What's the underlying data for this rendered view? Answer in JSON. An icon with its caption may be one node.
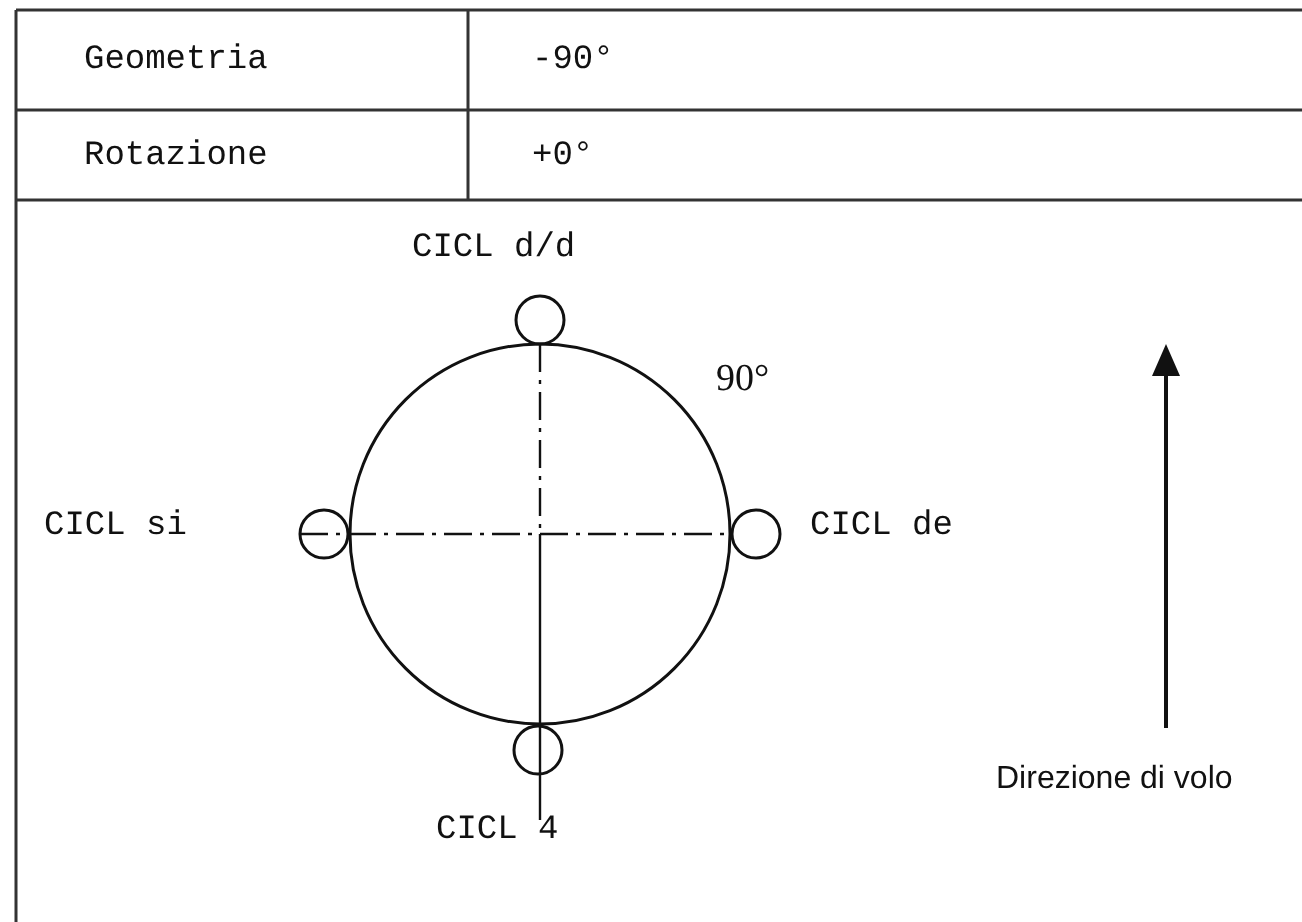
{
  "diagram": {
    "labels": [
      "Geometria",
      "-90°",
      "Rotazione",
      "+0°",
      "CICL d/d",
      "90°",
      "CICL si",
      "CICL de",
      "CICL 4",
      "Direzione di volo"
    ]
  }
}
